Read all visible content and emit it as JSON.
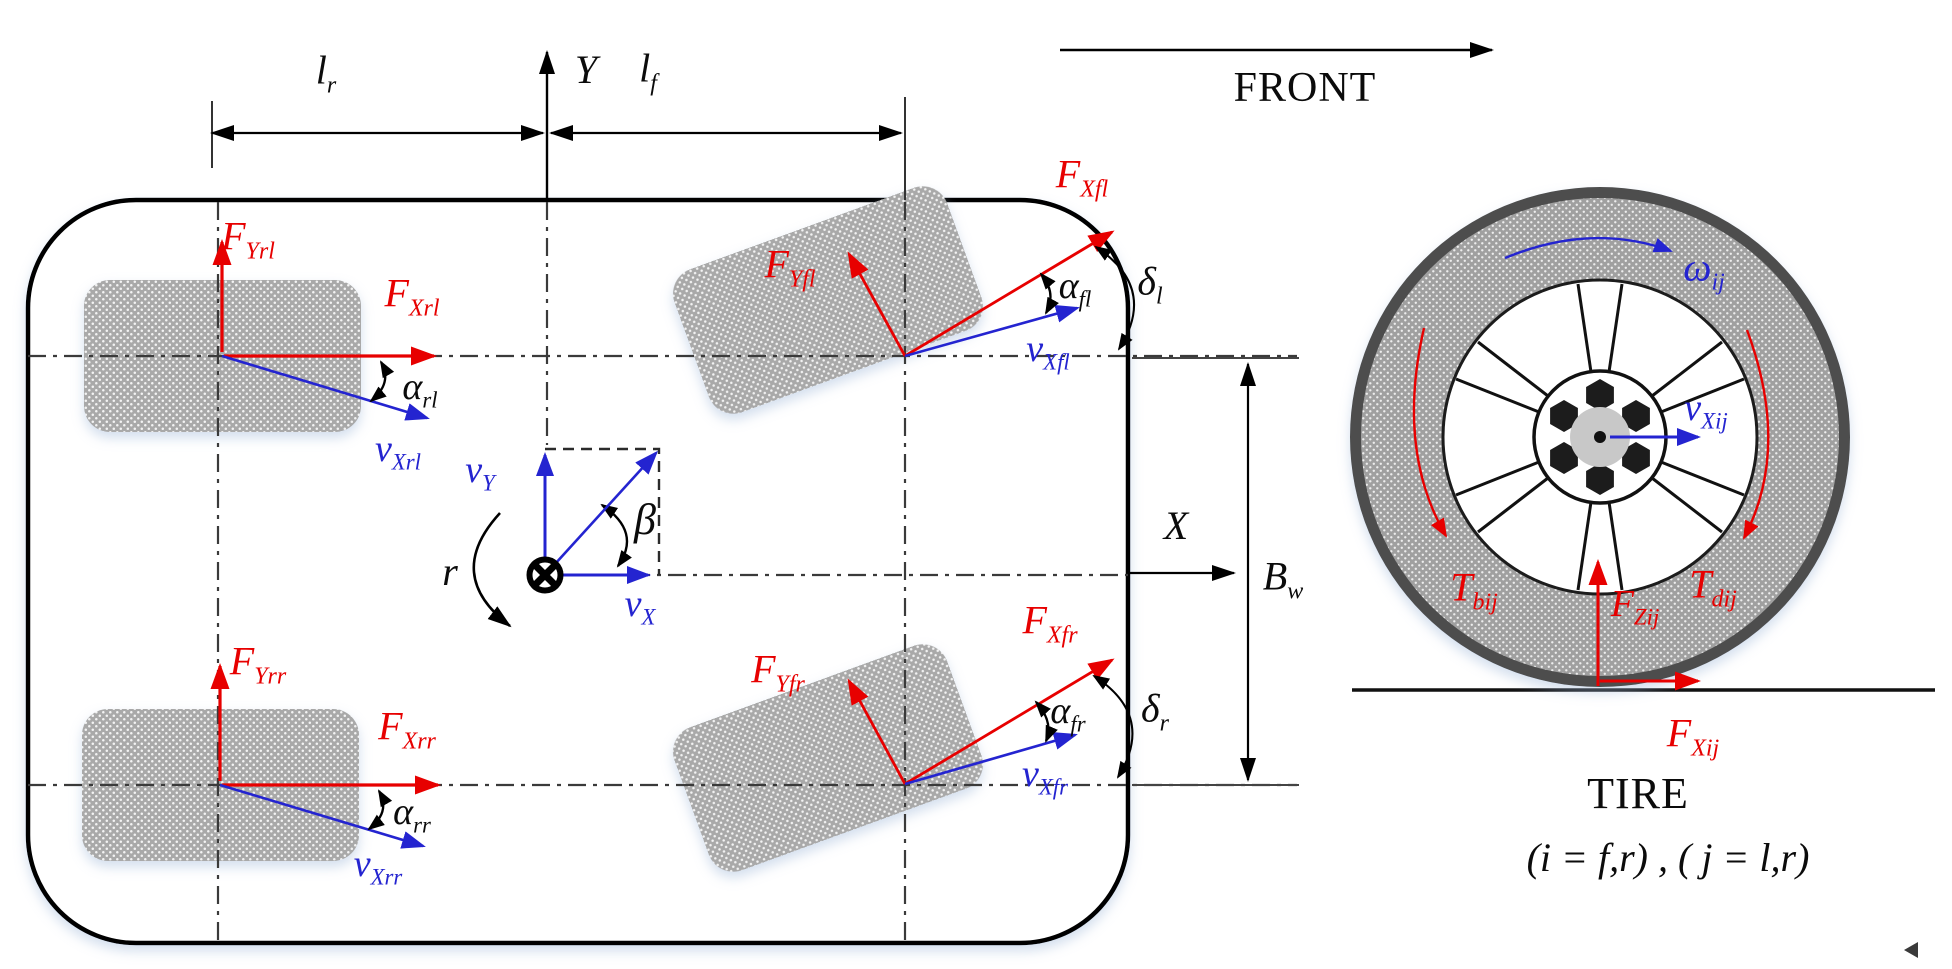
{
  "front_banner": {
    "label": "FRONT"
  },
  "axes": {
    "x": "X",
    "y": "Y"
  },
  "dimensions": {
    "rear_length": {
      "main": "l",
      "sub": "r"
    },
    "front_length": {
      "main": "l",
      "sub": "f"
    },
    "track_width": {
      "main": "B",
      "sub": "w"
    }
  },
  "cg": {
    "yaw_rate": "r",
    "sideslip_angle": "β",
    "vy": {
      "main": "v",
      "sub": "Y"
    },
    "vx": {
      "main": "v",
      "sub": "X"
    }
  },
  "wheels": {
    "rear_left": {
      "fy": {
        "main": "F",
        "sub": "Yrl"
      },
      "fx": {
        "main": "F",
        "sub": "Xrl"
      },
      "alpha": {
        "main": "α",
        "sub": "rl"
      },
      "v": {
        "main": "v",
        "sub": "Xrl"
      }
    },
    "rear_right": {
      "fy": {
        "main": "F",
        "sub": "Yrr"
      },
      "fx": {
        "main": "F",
        "sub": "Xrr"
      },
      "alpha": {
        "main": "α",
        "sub": "rr"
      },
      "v": {
        "main": "v",
        "sub": "Xrr"
      }
    },
    "front_left": {
      "fy": {
        "main": "F",
        "sub": "Yfl"
      },
      "fx": {
        "main": "F",
        "sub": "Xfl"
      },
      "alpha": {
        "main": "α",
        "sub": "fl"
      },
      "delta": {
        "main": "δ",
        "sub": "l"
      },
      "v": {
        "main": "v",
        "sub": "Xfl"
      }
    },
    "front_right": {
      "fy": {
        "main": "F",
        "sub": "Yfr"
      },
      "fx": {
        "main": "F",
        "sub": "Xfr"
      },
      "alpha": {
        "main": "α",
        "sub": "fr"
      },
      "delta": {
        "main": "δ",
        "sub": "r"
      },
      "v": {
        "main": "v",
        "sub": "Xfr"
      }
    }
  },
  "tire": {
    "omega": {
      "main": "ω",
      "sub": "ij"
    },
    "v": {
      "main": "v",
      "sub": "Xij"
    },
    "brake_torque": {
      "main": "T",
      "sub": "bij"
    },
    "drive_torque": {
      "main": "T",
      "sub": "dij"
    },
    "fz": {
      "main": "F",
      "sub": "Zij"
    },
    "fx": {
      "main": "F",
      "sub": "Xij"
    },
    "caption": "TIRE",
    "indices": "(i = f,r) , ( j = l,r)"
  },
  "colors": {
    "force": "#e70000",
    "velocity": "#2424d0",
    "ink": "#000000"
  }
}
